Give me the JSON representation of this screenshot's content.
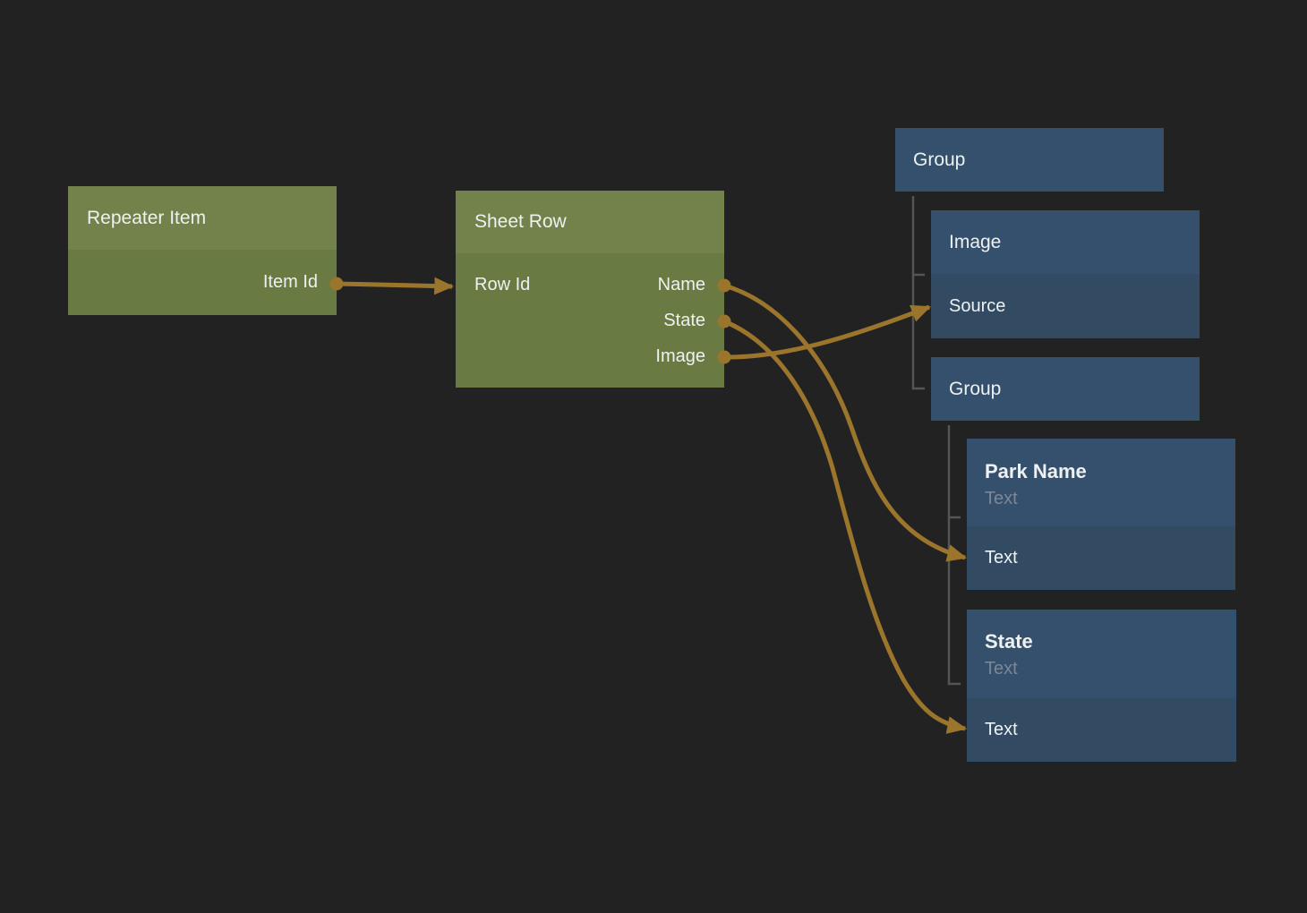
{
  "colors": {
    "background": "#222222",
    "green_header": "#73824b",
    "green_body": "#6a7a43",
    "blue_header": "#35506c",
    "blue_row": "#324a62",
    "wire": "#9b752c",
    "tree_line": "#555555",
    "title_text": "#eef1f2",
    "subtitle_text": "#7d8794"
  },
  "nodes": {
    "repeater_item": {
      "title": "Repeater Item",
      "output": "Item Id"
    },
    "sheet_row": {
      "title": "Sheet Row",
      "input": "Row Id",
      "outputs": [
        "Name",
        "State",
        "Image"
      ]
    },
    "group_outer": {
      "title": "Group"
    },
    "image": {
      "title": "Image",
      "port": "Source"
    },
    "group_inner": {
      "title": "Group"
    },
    "park_name": {
      "title": "Park Name",
      "subtitle": "Text",
      "port": "Text"
    },
    "state": {
      "title": "State",
      "subtitle": "Text",
      "port": "Text"
    }
  },
  "connections": [
    {
      "from": "Repeater Item.Item Id",
      "to": "Sheet Row.Row Id"
    },
    {
      "from": "Sheet Row.Name",
      "to": "Park Name.Text"
    },
    {
      "from": "Sheet Row.State",
      "to": "State.Text"
    },
    {
      "from": "Sheet Row.Image",
      "to": "Image.Source"
    }
  ],
  "hierarchy": [
    {
      "parent": "Group",
      "children": [
        "Image",
        "Group"
      ]
    },
    {
      "parent": "Group",
      "children": [
        "Park Name",
        "State"
      ]
    }
  ]
}
